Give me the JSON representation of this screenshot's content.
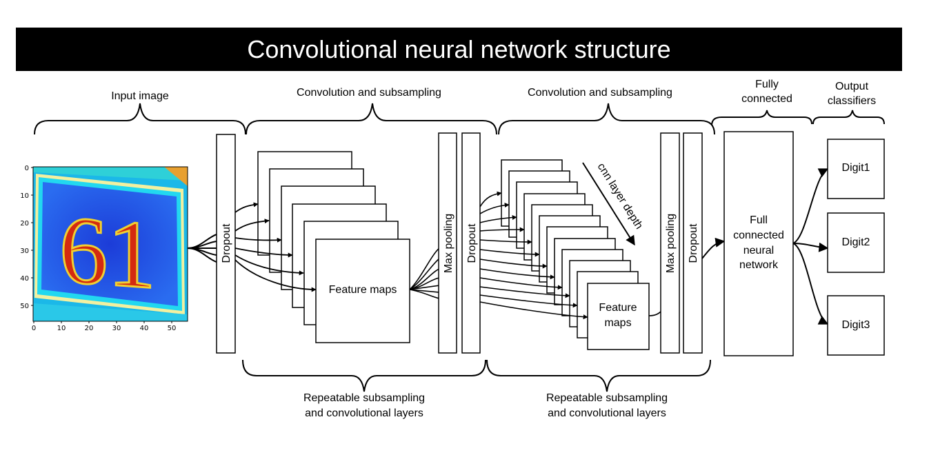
{
  "title": "Convolutional neural network structure",
  "top_labels": {
    "input": "Input image",
    "conv1": "Convolution and subsampling",
    "conv2": "Convolution and subsampling",
    "fc_line1": "Fully",
    "fc_line2": "connected",
    "out_line1": "Output",
    "out_line2": "classifiers"
  },
  "bottom_labels": {
    "rep1_line1": "Repeatable subsampling",
    "rep1_line2": "and convolutional layers",
    "rep2_line1": "Repeatable subsampling",
    "rep2_line2": "and convolutional layers"
  },
  "layers": {
    "dropout": "Dropout",
    "max_pooling": "Max pooling",
    "feature_maps": "Feature maps",
    "feature_line1": "Feature",
    "feature_line2": "maps",
    "depth": "cnn layer depth",
    "fc_line1": "Full",
    "fc_line2": "connected",
    "fc_line3": "neural",
    "fc_line4": "network"
  },
  "outputs": [
    "Digit1",
    "Digit2",
    "Digit3"
  ],
  "input_image": {
    "digits": "61",
    "y_ticks": [
      "0",
      "10",
      "20",
      "30",
      "40",
      "50"
    ],
    "x_ticks": [
      "0",
      "10",
      "20",
      "30",
      "40",
      "50"
    ],
    "colors": {
      "field": "#1f49e6",
      "border": "#22c7f0",
      "digit": "#d42a10",
      "digit_edge": "#f0d030",
      "corner": "#e8a030"
    }
  }
}
